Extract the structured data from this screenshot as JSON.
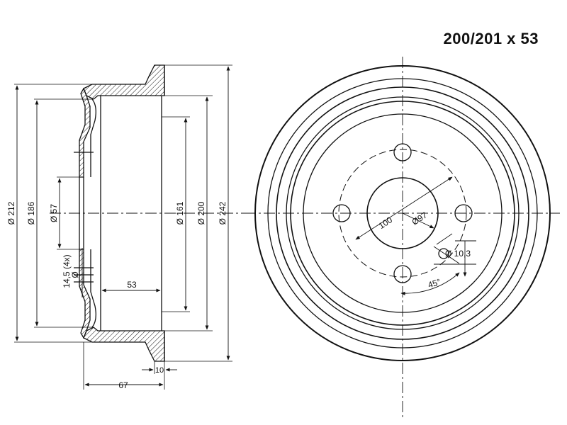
{
  "title": "200/201 x 53",
  "colors": {
    "ink": "#111111",
    "paper": "#ffffff"
  },
  "side_view": {
    "diameters": {
      "d212": "Ø 212",
      "d186": "Ø 186",
      "d57": "Ø 57",
      "hole": "14,5 (4x)",
      "hole_symbol": "Ø",
      "d161": "Ø 161",
      "d200": "Ø 200",
      "d242": "Ø 242"
    },
    "lengths": {
      "inner_depth": "53",
      "overall_depth": "67",
      "flange": "10"
    }
  },
  "front_view": {
    "pcd": "100",
    "bore": "Ø97",
    "hole_dia": "Ø 10,3",
    "angle": "45°"
  }
}
